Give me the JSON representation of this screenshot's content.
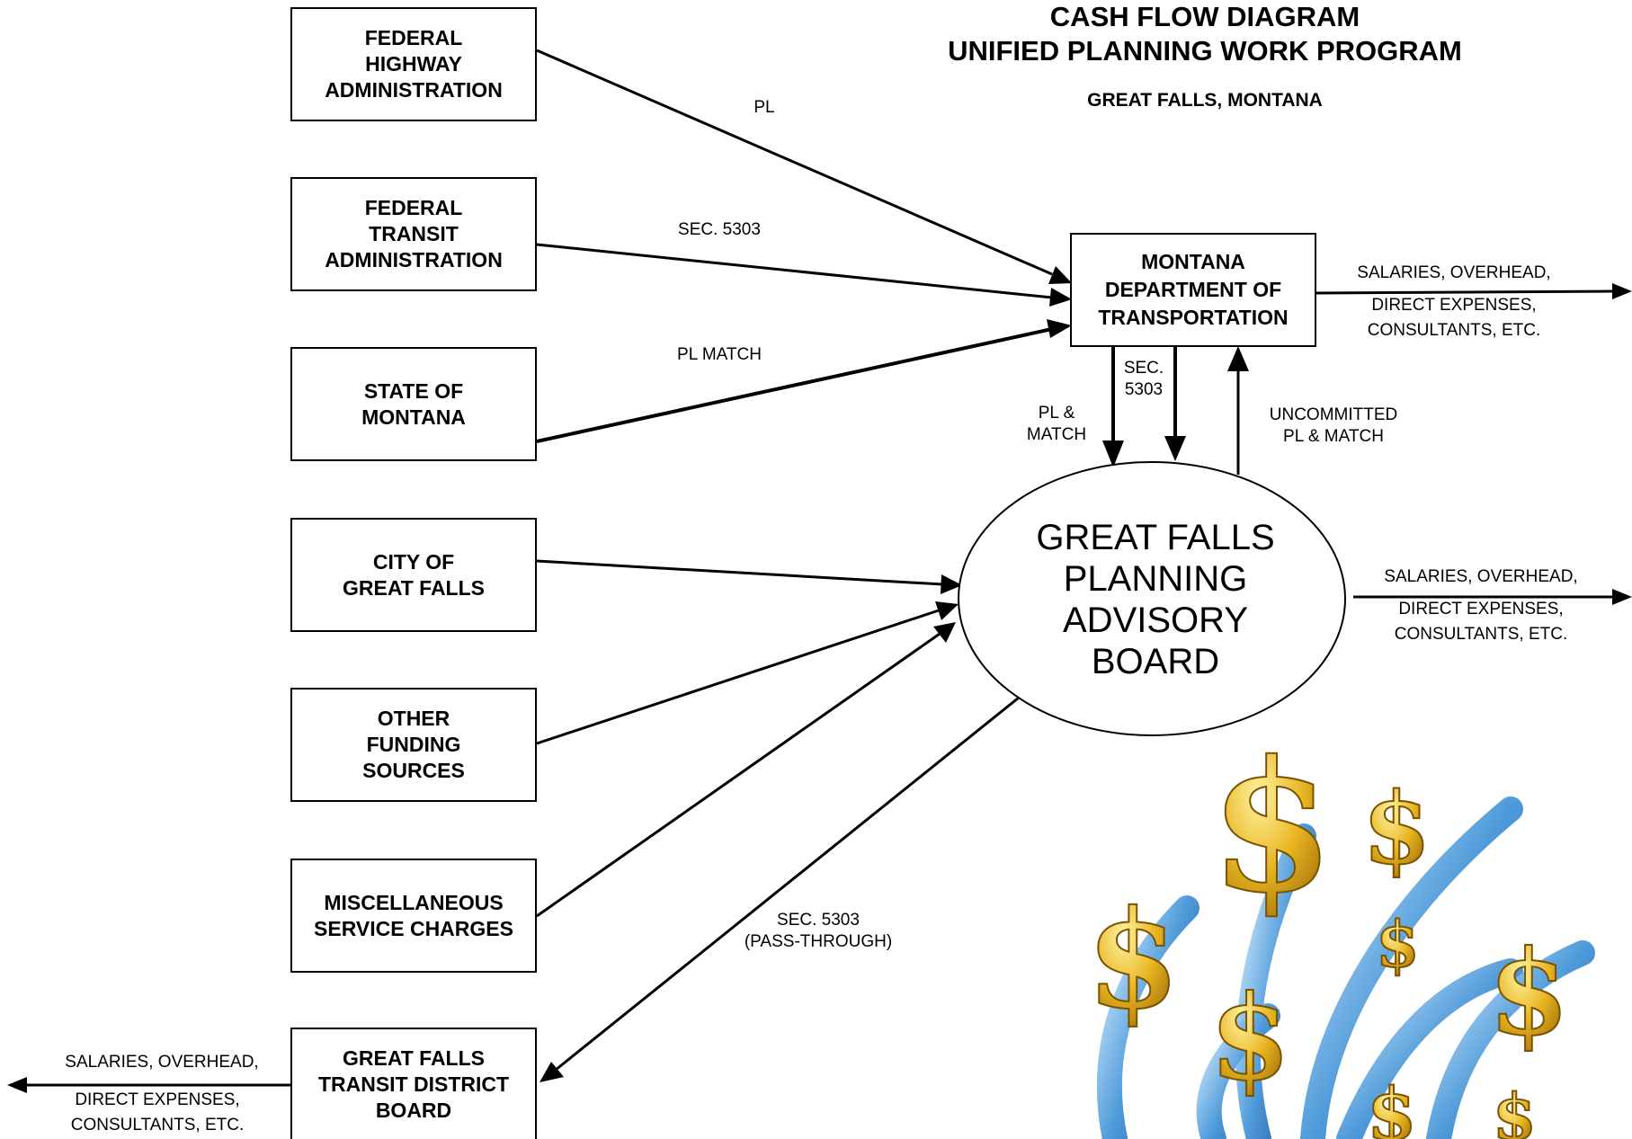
{
  "title": {
    "line1": "CASH FLOW DIAGRAM",
    "line2": "UNIFIED PLANNING WORK PROGRAM",
    "location": "GREAT FALLS, MONTANA"
  },
  "sources": {
    "fhwa": "FEDERAL\nHIGHWAY\nADMINISTRATION",
    "fta": "FEDERAL\nTRANSIT\nADMINISTRATION",
    "state": "STATE OF\nMONTANA",
    "city": "CITY OF\nGREAT FALLS",
    "other": "OTHER\nFUNDING\nSOURCES",
    "misc": "MISCELLANEOUS\nSERVICE CHARGES",
    "transit": "GREAT FALLS\nTRANSIT DISTRICT\nBOARD"
  },
  "mdt": "MONTANA\nDEPARTMENT OF\nTRANSPORTATION",
  "board": "GREAT FALLS\nPLANNING\nADVISORY\nBOARD",
  "flows": {
    "pl": "PL",
    "sec5303": "SEC. 5303",
    "pl_match": "PL MATCH",
    "mdt_sec5303": "SEC.\n5303",
    "mdt_pl_match": "PL &\nMATCH",
    "uncommitted": "UNCOMMITTED\nPL & MATCH",
    "pass_through": "SEC. 5303\n(PASS-THROUGH)"
  },
  "outflows": {
    "mdt": {
      "line1": "SALARIES, OVERHEAD,",
      "line2": "DIRECT EXPENSES,\nCONSULTANTS, ETC."
    },
    "board": {
      "line1": "SALARIES, OVERHEAD,",
      "line2": "DIRECT EXPENSES,\nCONSULTANTS, ETC."
    },
    "transit": {
      "line1": "SALARIES, OVERHEAD,",
      "line2": "DIRECT EXPENSES,\nCONSULTANTS, ETC."
    }
  },
  "colors": {
    "line": "#000000",
    "coin_gold": "#e8b521",
    "ribbon_blue": "#3a8fd6"
  }
}
